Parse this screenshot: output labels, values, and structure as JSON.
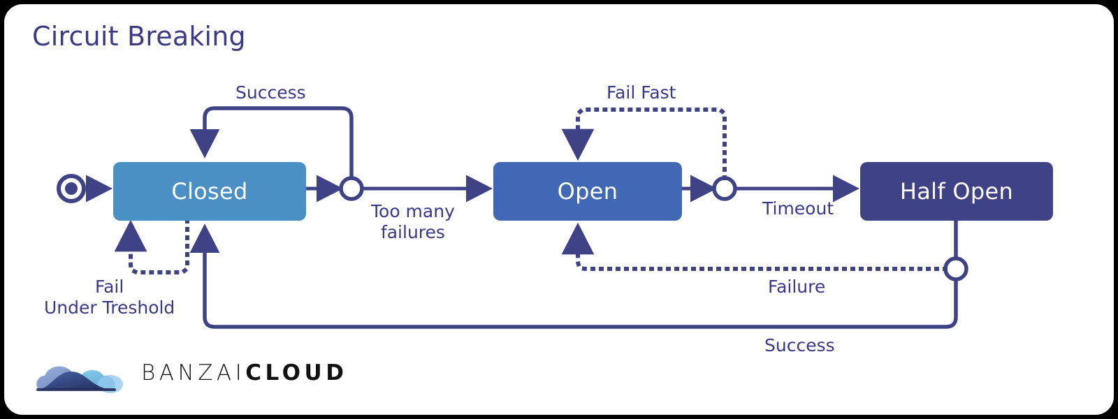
{
  "card": {
    "title": "Circuit Breaking",
    "background": "#ffffff",
    "page_background": "#000000"
  },
  "colors": {
    "title": "#3b3b85",
    "label": "#39398a",
    "stroke": "#3f4285",
    "node_closed": "#4a90c4",
    "node_open": "#4068b4",
    "node_halfopen": "#3f4285"
  },
  "diagram": {
    "type": "state-machine",
    "nodes": [
      {
        "id": "start",
        "label": "",
        "kind": "initial-state-marker"
      },
      {
        "id": "closed",
        "label": "Closed",
        "kind": "state",
        "fill": "#4a90c4"
      },
      {
        "id": "open",
        "label": "Open",
        "kind": "state",
        "fill": "#4068b4"
      },
      {
        "id": "half_open",
        "label": "Half Open",
        "kind": "state",
        "fill": "#3f4285"
      },
      {
        "id": "j1",
        "label": "",
        "kind": "junction"
      },
      {
        "id": "j2",
        "label": "",
        "kind": "junction"
      },
      {
        "id": "j3",
        "label": "",
        "kind": "junction"
      }
    ],
    "edges": [
      {
        "id": "e-start",
        "from": "start",
        "to": "closed",
        "label": "",
        "style": "solid"
      },
      {
        "id": "e-success-top",
        "from": "j1",
        "to": "closed",
        "label": "Success",
        "style": "solid"
      },
      {
        "id": "e-fail-under",
        "from": "closed",
        "to": "closed",
        "label": "Fail\nUnder Treshold",
        "style": "dotted"
      },
      {
        "id": "e-too-many",
        "from": "j1",
        "to": "open",
        "label": "Too many\nfailures",
        "style": "solid"
      },
      {
        "id": "e-fail-fast",
        "from": "j2",
        "to": "open",
        "label": "Fail Fast",
        "style": "dotted"
      },
      {
        "id": "e-timeout",
        "from": "j2",
        "to": "half_open",
        "label": "Timeout",
        "style": "solid"
      },
      {
        "id": "e-failure",
        "from": "j3",
        "to": "open",
        "label": "Failure",
        "style": "dotted"
      },
      {
        "id": "e-success-bot",
        "from": "j3",
        "to": "closed",
        "label": "Success",
        "style": "solid"
      }
    ]
  },
  "labels": {
    "success_top": "Success",
    "fail_under_line1": "Fail",
    "fail_under_line2": "Under Treshold",
    "too_many_line1": "Too many",
    "too_many_line2": "failures",
    "fail_fast": "Fail Fast",
    "timeout": "Timeout",
    "failure": "Failure",
    "success_bottom": "Success"
  },
  "nodes": {
    "closed": "Closed",
    "open": "Open",
    "half_open": "Half Open"
  },
  "logo": {
    "name": "banzai-cloud-logo",
    "text_light": "BANZAI",
    "text_bold": "CLOUD"
  }
}
